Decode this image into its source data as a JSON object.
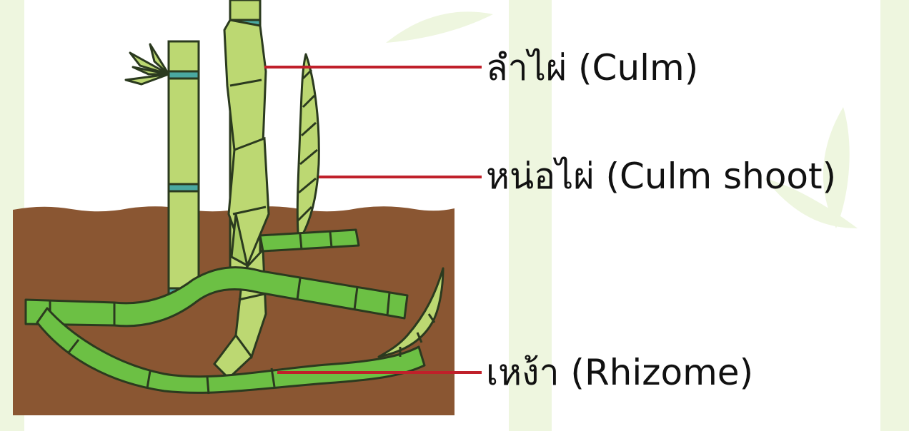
{
  "labels": {
    "culm": "ลำไผ่ (Culm)",
    "culm_shoot": "หน่อไผ่ (Culm shoot)",
    "rhizome": "เหง้า (Rhizome)"
  },
  "colors": {
    "background": "#ffffff",
    "background_stalk": "#eef6df",
    "soil": "#8a5632",
    "stem_light": "#bcd872",
    "stem_green": "#6cc044",
    "node_band": "#4aa8a0",
    "outline": "#2b3a1f",
    "leader_line": "#c0202a",
    "text": "#111111"
  }
}
